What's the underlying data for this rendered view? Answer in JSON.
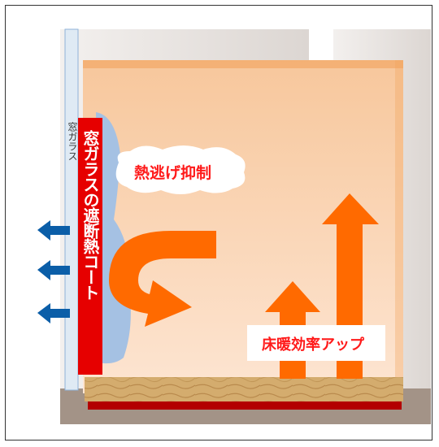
{
  "labels": {
    "window_glass": "窓ガラス",
    "coating": "窓ガラスの遮断熱コート",
    "heat_escape": "熱逃げ抑制",
    "floor_heating": "床暖効率アップ"
  },
  "colors": {
    "room": "#fcd9bd",
    "arrow": "#ff6a00",
    "coat_red": "#e60000",
    "heater_red": "#b30000",
    "glass_blue": "#a5c1e3",
    "heat_out_blue": "#0b5ea8",
    "wall_gray": "#e8e4e1",
    "floor_wood": "#d7b174"
  }
}
